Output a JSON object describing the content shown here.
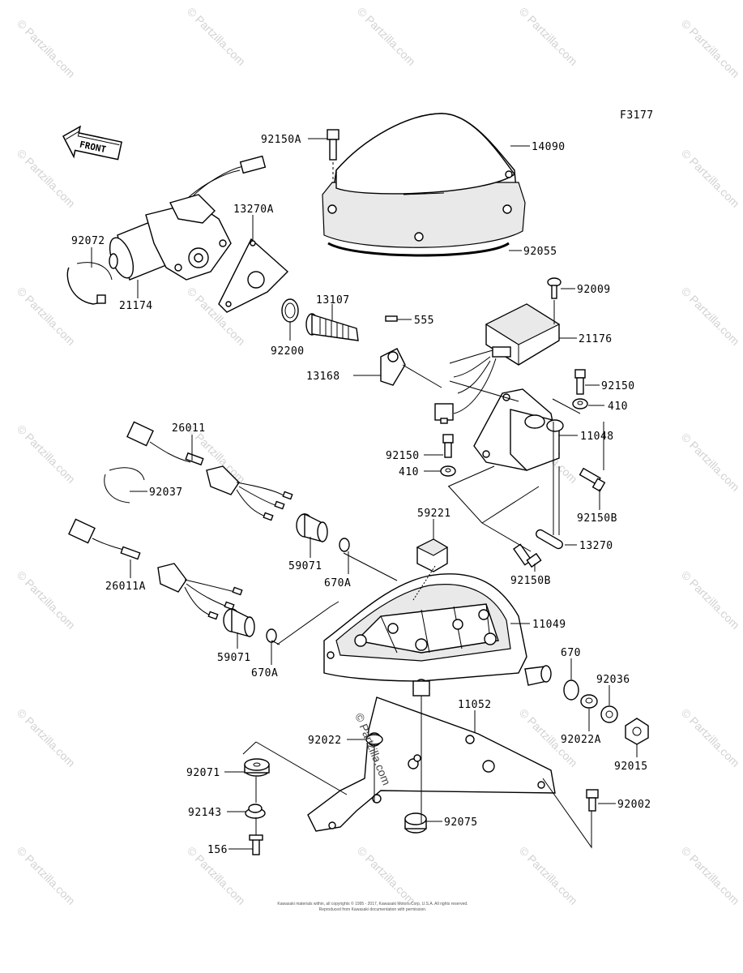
{
  "figure_code": "F3177",
  "front_label": "FRONT",
  "center_watermark": "© Partzilla.com",
  "watermark_text": "© Partzilla.com",
  "footer_line1": "Kawasaki materials within, all copyrights © 1995 - 2017, Kawasaki Motors Corp, U.S.A. All rights reserved.",
  "footer_line2": "Reproduced from Kawasaki documentation with permission.",
  "parts": {
    "p92150A": "92150A",
    "p14090": "14090",
    "p92055": "92055",
    "p13270A": "13270A",
    "p92072": "92072",
    "p21174": "21174",
    "p92200": "92200",
    "p13107": "13107",
    "p555": "555",
    "p92009": "92009",
    "p21176": "21176",
    "p13168": "13168",
    "p92150_top": "92150",
    "p410_top": "410",
    "p11048": "11048",
    "p26011": "26011",
    "p92150_mid": "92150",
    "p410_mid": "410",
    "p92037": "92037",
    "p92150B_top": "92150B",
    "p59221": "59221",
    "p13270": "13270",
    "p59071_top": "59071",
    "p670A_top": "670A",
    "p92150B_bot": "92150B",
    "p26011A": "26011A",
    "p11049": "11049",
    "p59071_bot": "59071",
    "p670A_bot": "670A",
    "p670": "670",
    "p92036": "92036",
    "p11052": "11052",
    "p92022": "92022",
    "p92022A": "92022A",
    "p92015": "92015",
    "p92071": "92071",
    "p92002": "92002",
    "p92143": "92143",
    "p92075": "92075",
    "p156": "156"
  }
}
